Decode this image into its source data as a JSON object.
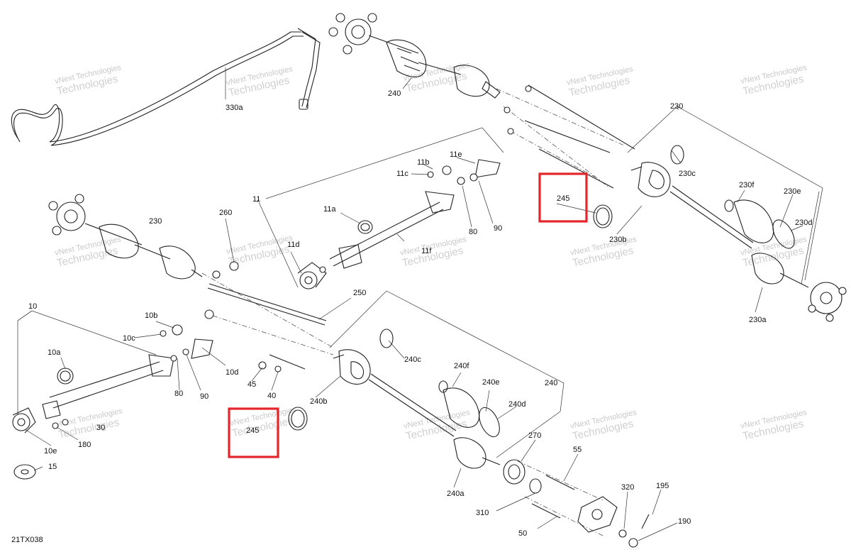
{
  "diagram": {
    "figure_code": "21TX038",
    "callouts": [
      "330a",
      "240",
      "230",
      "230c",
      "230f",
      "230e",
      "230d",
      "230b",
      "230a",
      "11",
      "11b",
      "11e",
      "11c",
      "11a",
      "11d",
      "11f",
      "260",
      "80",
      "90",
      "245",
      "250",
      "10",
      "10b",
      "10c",
      "10a",
      "10d",
      "10e",
      "180",
      "15",
      "30",
      "80",
      "90",
      "45",
      "40",
      "240c",
      "240b",
      "240f",
      "240e",
      "240d",
      "240a",
      "245",
      "270",
      "55",
      "320",
      "195",
      "310",
      "190",
      "50"
    ],
    "highlight_color": "#e3262b",
    "watermark": {
      "line1": "vNext Technologies",
      "line2": "Technologies"
    }
  }
}
